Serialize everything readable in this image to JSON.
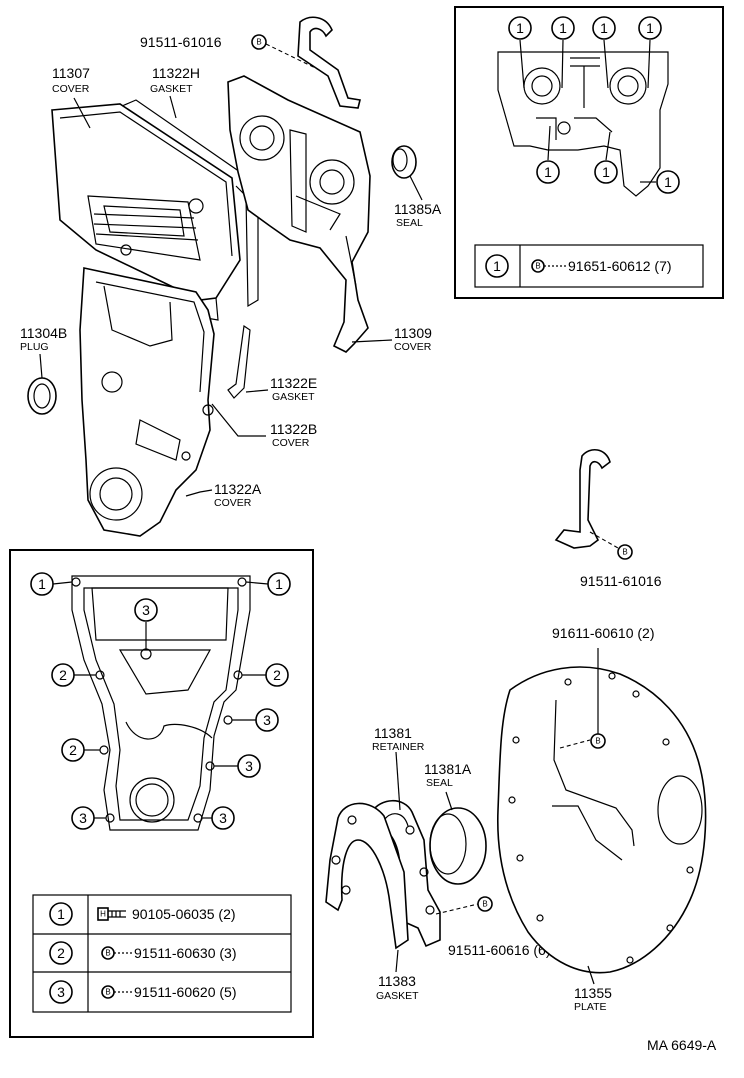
{
  "labels": {
    "bolt_top": "91511-61016",
    "cover_11307_pn": "11307",
    "cover_11307_nm": "COVER",
    "gasket_11322h_pn": "11322H",
    "gasket_11322h_nm": "GASKET",
    "seal_11385a_pn": "11385A",
    "seal_11385a_nm": "SEAL",
    "plug_11304b_pn": "11304B",
    "plug_11304b_nm": "PLUG",
    "cover_11309_pn": "11309",
    "cover_11309_nm": "COVER",
    "gasket_11322e_pn": "11322E",
    "gasket_11322e_nm": "GASKET",
    "cover_11322b_pn": "11322B",
    "cover_11322b_nm": "COVER",
    "cover_11322a_pn": "11322A",
    "cover_11322a_nm": "COVER",
    "bolt_right_mid": "91511-61016",
    "bolt_plate": "91611-60610 (2)",
    "retainer_11381_pn": "11381",
    "retainer_11381_nm": "RETAINER",
    "seal_11381a_pn": "11381A",
    "seal_11381a_nm": "SEAL",
    "bolt_retainer": "91511-60616 (6)",
    "gasket_11383_pn": "11383",
    "gasket_11383_nm": "GASKET",
    "plate_11355_pn": "11355",
    "plate_11355_nm": "PLATE",
    "ref_code": "MA 6649-A",
    "bolt_letter": "B",
    "bolt_letter_h": "H"
  },
  "inset_top": {
    "callout": "1",
    "legend": [
      {
        "key": "1",
        "part": "91651-60612 (7)"
      }
    ]
  },
  "inset_bottom": {
    "callouts": [
      "1",
      "2",
      "3"
    ],
    "legend": [
      {
        "key": "1",
        "part": "90105-06035 (2)"
      },
      {
        "key": "2",
        "part": "91511-60630 (3)"
      },
      {
        "key": "3",
        "part": "91511-60620 (5)"
      }
    ]
  }
}
